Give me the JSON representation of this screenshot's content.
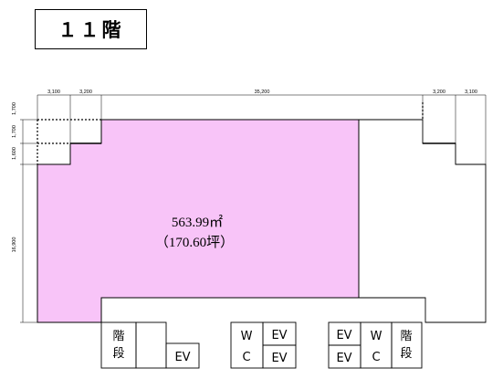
{
  "title": "１１階",
  "dimensions": {
    "top": [
      "3,100",
      "3,200",
      "35,200",
      "3,200",
      "3,100"
    ],
    "left": [
      "1,700",
      "1,700",
      "1,600",
      "16,900"
    ]
  },
  "area": {
    "sqm": "563.99㎡",
    "tsubo": "（170.60坪）"
  },
  "colors": {
    "office_fill": "#f8c4f8",
    "line": "#000000"
  },
  "core_rooms": {
    "stairs_left": [
      "階",
      "段"
    ],
    "ev_low": "EV",
    "wc_left": [
      "W",
      "C"
    ],
    "ev_pair_left": [
      "EV",
      "EV"
    ],
    "ev_pair_right": [
      "EV",
      "EV"
    ],
    "wc_right": [
      "W",
      "C"
    ],
    "stairs_right": [
      "階",
      "段"
    ]
  }
}
